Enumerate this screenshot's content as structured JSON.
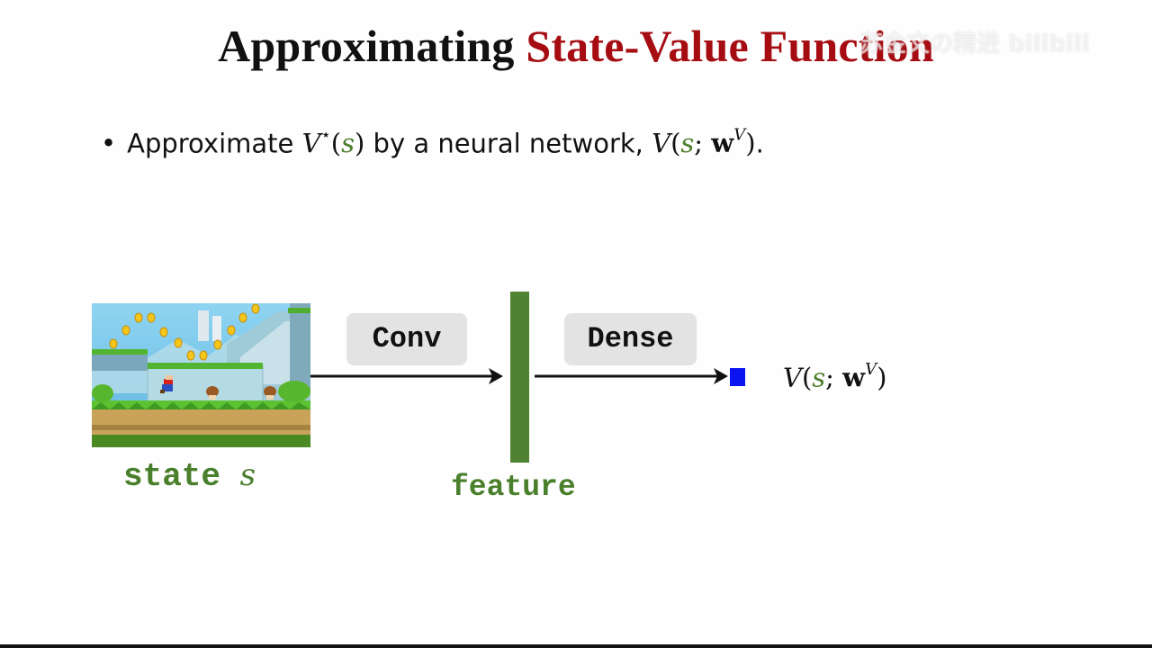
{
  "slide": {
    "title_part1": "Approximating ",
    "title_part2": "State-Value Function",
    "watermark": "苏金文の精进 bilibili",
    "accent_color": "#a50d12",
    "green_color": "#4a7f2c"
  },
  "bullet": {
    "marker": "•",
    "text_before": "Approximate ",
    "v_star": "V",
    "star": "⋆",
    "arg_open": "(",
    "arg_s": "s",
    "arg_close": ")",
    "text_middle": " by a neural network, ",
    "v": "V",
    "open": "(",
    "s": "s",
    "semi": "; ",
    "w": "w",
    "w_sup": "V",
    "close": ")",
    "text_end": "."
  },
  "diagram": {
    "state_word": "state ",
    "state_var": "s",
    "conv_label": "Conv",
    "dense_label": "Dense",
    "feature_label": "feature",
    "output": {
      "v": "V",
      "open": "(",
      "s": "s",
      "semi": ";",
      "w": "w",
      "w_sup": "V",
      "close": ")"
    }
  }
}
